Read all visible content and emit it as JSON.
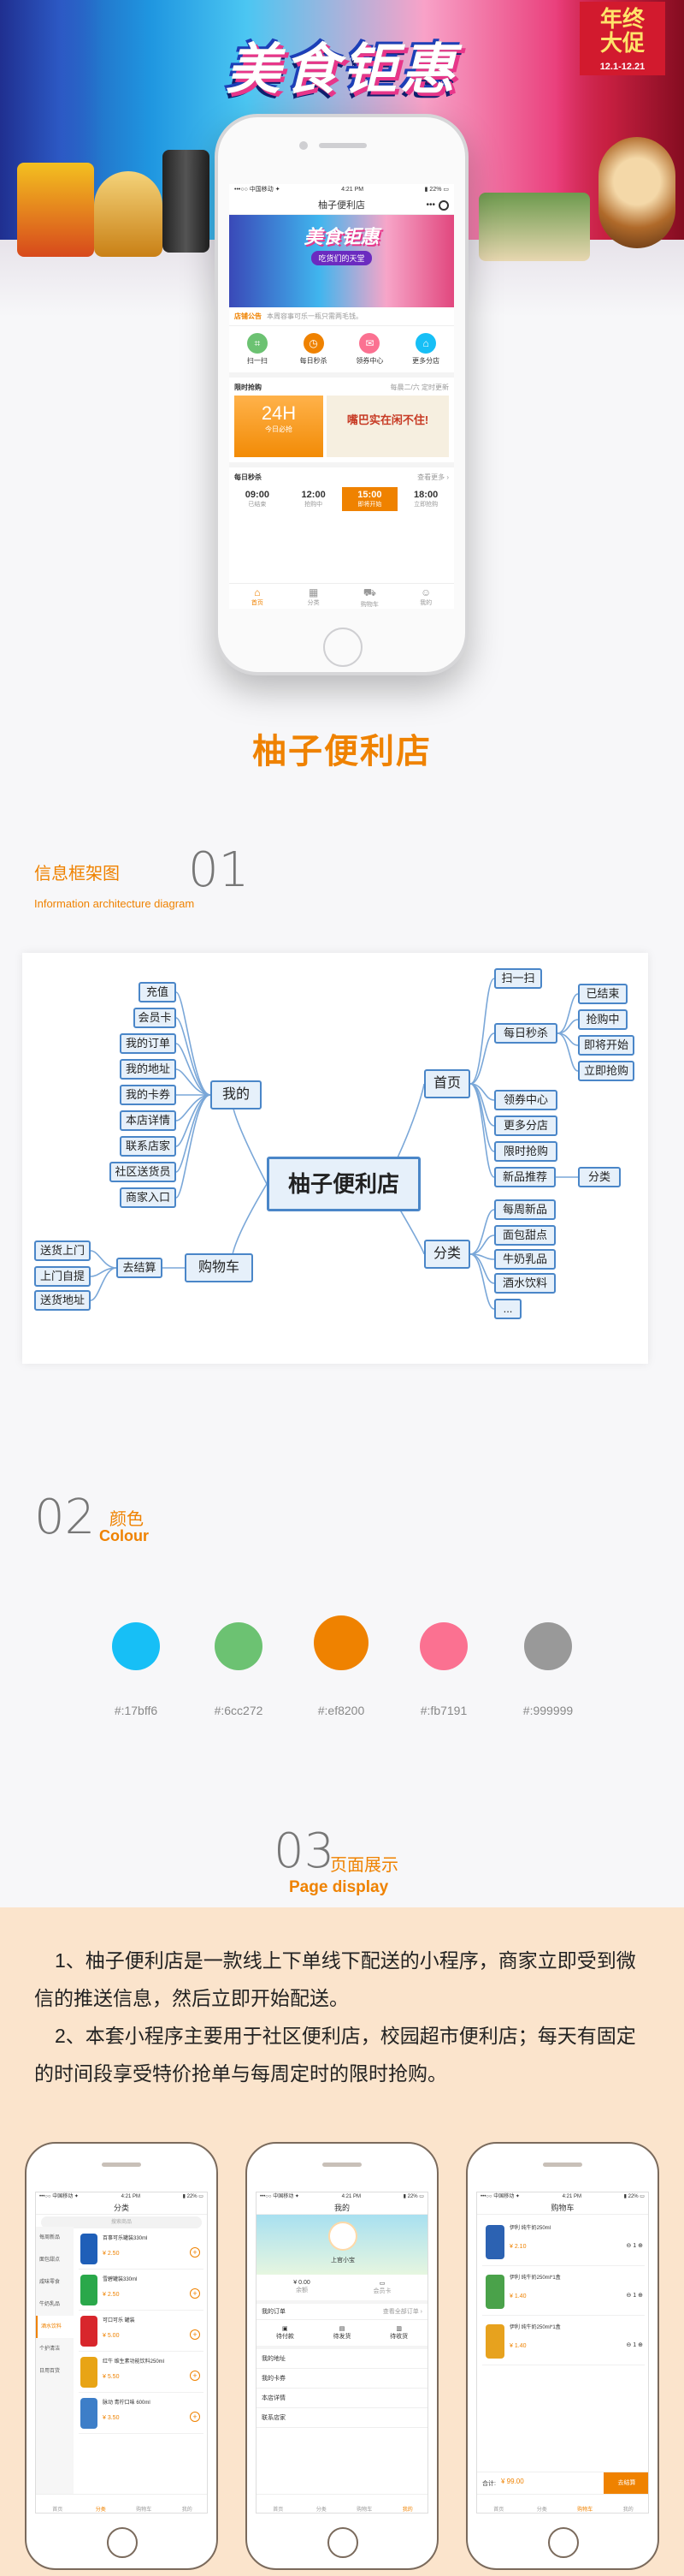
{
  "hero": {
    "title": "美食钜惠",
    "badge_line1": "年终",
    "badge_line2": "大促",
    "badge_date": "12.1-12.21"
  },
  "phone": {
    "carrier": "•••○○ 中国移动 ✦",
    "time": "4:21 PM",
    "battery": "▮ 22% ▭",
    "nav_title": "柚子便利店",
    "banner_title": "美食钜惠",
    "banner_sub": "吃货们的天堂",
    "notice_label": "店铺公告",
    "notice_text": "本周容事可乐一瓶只需两毛钱。",
    "quick": [
      {
        "label": "扫一扫",
        "color": "#6cc272",
        "icon": "scan-icon"
      },
      {
        "label": "每日秒杀",
        "color": "#ef8200",
        "icon": "clock-icon"
      },
      {
        "label": "领券中心",
        "color": "#fb7191",
        "icon": "coupon-icon"
      },
      {
        "label": "更多分店",
        "color": "#17bff6",
        "icon": "store-icon"
      }
    ],
    "flash_title": "限时抢购",
    "flash_right": "每晨二/六  定时更新",
    "flash_a_big": "24H",
    "flash_a_small": "今日必抢",
    "flash_b": "嘴巴实在闲不住!",
    "seckill_title": "每日秒杀",
    "seckill_more": "查看更多 ›",
    "times": [
      {
        "t": "09:00",
        "s": "已结束",
        "on": false
      },
      {
        "t": "12:00",
        "s": "抢购中",
        "on": false
      },
      {
        "t": "15:00",
        "s": "即将开始",
        "on": true
      },
      {
        "t": "18:00",
        "s": "立即抢购",
        "on": false
      }
    ],
    "tabs": [
      "首页",
      "分类",
      "购物车",
      "我的"
    ]
  },
  "store_title": "柚子便利店",
  "section1": {
    "cn": "信息框架图",
    "en": "Information architecture diagram",
    "num": "01"
  },
  "mindmap": {
    "root": "柚子便利店",
    "mine": "我的",
    "home": "首页",
    "cart": "购物车",
    "category": "分类",
    "mine_items": [
      "充值",
      "会员卡",
      "我的订单",
      "我的地址",
      "我的卡券",
      "本店详情",
      "联系店家",
      "社区送货员",
      "商家入口"
    ],
    "cart_sub": "去结算",
    "cart_items": [
      "送货上门",
      "上门自提",
      "送货地址"
    ],
    "home_items": [
      "扫一扫",
      "每日秒杀",
      "领券中心",
      "更多分店",
      "限时抢购",
      "新品推荐"
    ],
    "seckill_items": [
      "已结束",
      "抢购中",
      "即将开始",
      "立即抢购"
    ],
    "new_sub": "分类",
    "category_items": [
      "每周新品",
      "面包甜点",
      "牛奶乳品",
      "酒水饮料",
      "..."
    ]
  },
  "section2": {
    "num": "02",
    "cn": "颜色",
    "en": "Colour",
    "colors": [
      "#17bff6",
      "#6cc272",
      "#ef8200",
      "#fb7191",
      "#999999"
    ],
    "labels": [
      "#:17bff6",
      "#:6cc272",
      "#:ef8200",
      "#:fb7191",
      "#:999999"
    ]
  },
  "section3": {
    "num": "03",
    "cn": "页面展示",
    "en": "Page display",
    "desc1": "1、柚子便利店是一款线上下单线下配送的小程序，商家立即受到微信的推送信息，然后立即开始配送。",
    "desc2": "2、本套小程序主要用于社区便利店，校园超市便利店；每天有固定的时间段享受特价抢单与每周定时的限时抢购。"
  },
  "screens": {
    "category": {
      "title": "分类",
      "search": "搜索商品",
      "side": [
        "每周新品",
        "面包甜点",
        "咸味零食",
        "牛奶乳品",
        "酒水饮料",
        "个护清洁",
        "日用百货"
      ],
      "items": [
        {
          "name": "百事可乐罐装330ml",
          "price": "¥ 2.50",
          "color": "#1f5fb8"
        },
        {
          "name": "雪碧罐装330ml",
          "price": "¥ 2.50",
          "color": "#2aa84a"
        },
        {
          "name": "可口可乐 罐装",
          "price": "¥ 5.00",
          "color": "#d8262c"
        },
        {
          "name": "红牛 维生素功能饮料250ml",
          "price": "¥ 5.50",
          "color": "#e8a415"
        },
        {
          "name": "脉动 青柠口味 600ml",
          "price": "¥ 3.50",
          "color": "#3d7ec8"
        }
      ]
    },
    "mine": {
      "title": "我的",
      "user": "上官小宝",
      "balance": "¥ 0.00",
      "balance_label": "余额",
      "card_label": "会员卡",
      "order_label": "我的订单",
      "order_more": "查看全部订单 ›",
      "order_tabs": [
        "待付款",
        "待发货",
        "待收货"
      ],
      "rows": [
        "我的地址",
        "我的卡券",
        "本店详情",
        "联系店家"
      ]
    },
    "cart": {
      "title": "购物车",
      "items": [
        {
          "name": "伊利 纯牛奶250ml",
          "price": "¥ 2.10",
          "qty": "1",
          "color": "#2c62b2"
        },
        {
          "name": "伊利 纯牛奶250ml*1盒",
          "price": "¥ 1.40",
          "qty": "1",
          "color": "#4aa24a"
        },
        {
          "name": "伊利 纯牛奶250ml*1盒",
          "price": "¥ 1.40",
          "qty": "1",
          "color": "#e7a21e"
        }
      ],
      "total_label": "合计:",
      "total": "¥ 99.00",
      "checkout": "去结算"
    }
  }
}
